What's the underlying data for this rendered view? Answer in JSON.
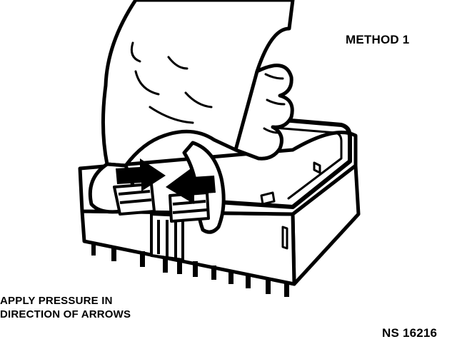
{
  "method_label": "METHOD 1",
  "instruction": {
    "line1": "APPLY PRESSURE IN",
    "line2": "DIRECTION OF ARROWS"
  },
  "figure_number": "NS 16216",
  "icons": [
    "connector-housing",
    "hand",
    "arrow-left",
    "arrow-right"
  ],
  "colors": {
    "ink": "#000000",
    "paper": "#ffffff"
  }
}
